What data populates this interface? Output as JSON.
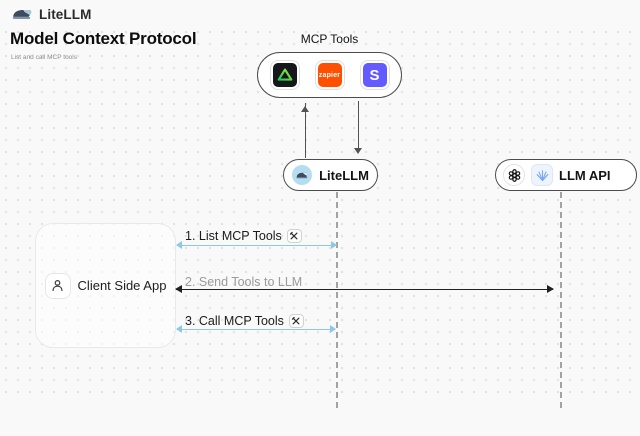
{
  "header": {
    "brand": "LiteLLM",
    "title": "Model Context Protocol",
    "subtitle": "List and call MCP tools"
  },
  "mcp_group": {
    "label": "MCP Tools",
    "tools": [
      {
        "name": "green-triangle-tool",
        "text": ""
      },
      {
        "name": "zapier",
        "text": "zapier"
      },
      {
        "name": "stripe",
        "text": "S"
      }
    ]
  },
  "nodes": {
    "litellm": {
      "label": "LiteLLM"
    },
    "llm_api": {
      "label": "LLM API"
    },
    "client": {
      "label": "Client Side App"
    }
  },
  "messages": [
    {
      "label": "1. List MCP Tools",
      "tool_icon": true,
      "arrow_color": "blue"
    },
    {
      "label": "2. Send Tools to LLM",
      "tool_icon": false,
      "arrow_color": "black"
    },
    {
      "label": "3. Call MCP Tools",
      "tool_icon": true,
      "arrow_color": "blue"
    }
  ],
  "colors": {
    "background": "#f9f9f9",
    "dot_grid": "#e3e3e3",
    "node_border": "#4c4c4c",
    "arrow_blue": "#8cc9e9",
    "arrow_black": "#212121",
    "lifeline_gray": "#a3a3a3",
    "zapier_orange": "#ff4f00",
    "stripe_purple": "#635bff",
    "tool_tile_black": "#15171a",
    "triangle_green": "#22c55e",
    "triangle_lime": "#a3e635",
    "litellm_icon_blue": "#b5ddf2",
    "provider_icon_blue": "#7aa7f2"
  }
}
